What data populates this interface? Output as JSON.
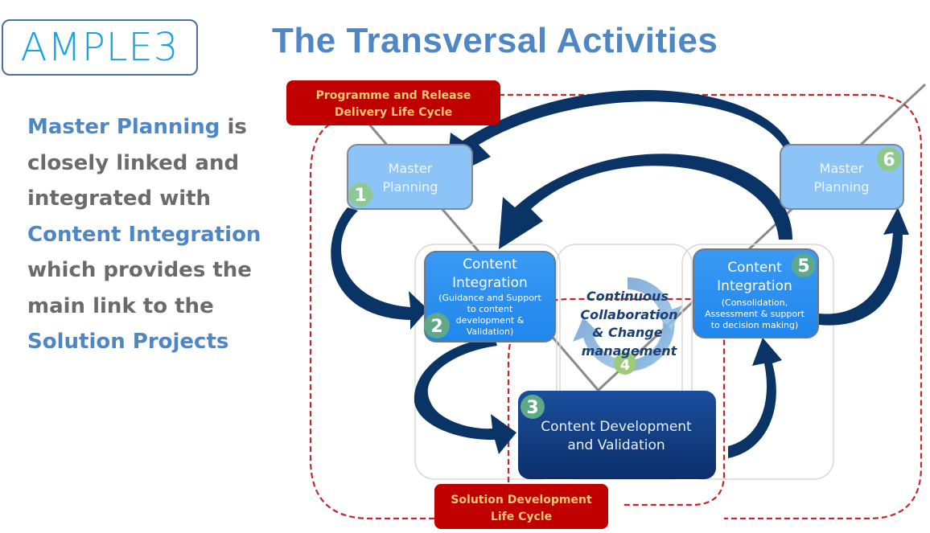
{
  "logo": {
    "text": "AMPLE3",
    "border_color": "#4a6fa0",
    "text_color": "#1aa3e0"
  },
  "title": "The Transversal Activities",
  "description": {
    "segments": [
      {
        "text": "Master Planning",
        "highlight": true
      },
      {
        "text": " is closely linked and integrated with ",
        "highlight": false
      },
      {
        "text": "Content Integration",
        "highlight": true
      },
      {
        "text": " which provides the main link to the ",
        "highlight": false
      },
      {
        "text": "Solution Projects",
        "highlight": true
      }
    ],
    "highlight_color": "#4f86c6",
    "text_color": "#6b6b6b"
  },
  "diagram": {
    "lifecycle_labels": {
      "programme": [
        "Programme and Release",
        "Delivery Life Cycle"
      ],
      "solution": [
        "Solution Development",
        "Life Cycle"
      ]
    },
    "nodes": [
      {
        "id": 1,
        "badge": "1",
        "lines": [
          "Master",
          "Planning"
        ],
        "sub": []
      },
      {
        "id": 2,
        "badge": "2",
        "lines": [
          "Content",
          "Integration"
        ],
        "sub": [
          "(Guidance and Support",
          "to content",
          "development &",
          "Validation)"
        ]
      },
      {
        "id": 3,
        "badge": "3",
        "lines": [
          "Content Development",
          "and Validation"
        ],
        "sub": []
      },
      {
        "id": 4,
        "badge": "4",
        "lines": [
          "Continuous",
          "Collaboration",
          "& Change",
          "management"
        ],
        "sub": []
      },
      {
        "id": 5,
        "badge": "5",
        "lines": [
          "Content",
          "Integration"
        ],
        "sub": [
          "(Consolidation,",
          "Assessment & support",
          "to decision making)"
        ]
      },
      {
        "id": 6,
        "badge": "6",
        "lines": [
          "Master",
          "Planning"
        ],
        "sub": []
      }
    ],
    "flow": [
      {
        "from": 1,
        "to": 2
      },
      {
        "from": 2,
        "to": 3
      },
      {
        "from": 3,
        "to": 5
      },
      {
        "from": 5,
        "to": 6
      },
      {
        "from": 6,
        "to": 1
      },
      {
        "from": 5,
        "to": 2
      }
    ],
    "colors": {
      "master_planning": "#8cc4f7",
      "content_integration": "#2a8ef0",
      "content_development": "#0f3d86",
      "arrow": "#0b3466",
      "lifecycle_label_bg": "#c00000",
      "lifecycle_label_text": "#ffc870",
      "dashed_boundary": "#c0282d",
      "badge": "#5fa88a",
      "badge_light": "#8dc98a"
    }
  }
}
